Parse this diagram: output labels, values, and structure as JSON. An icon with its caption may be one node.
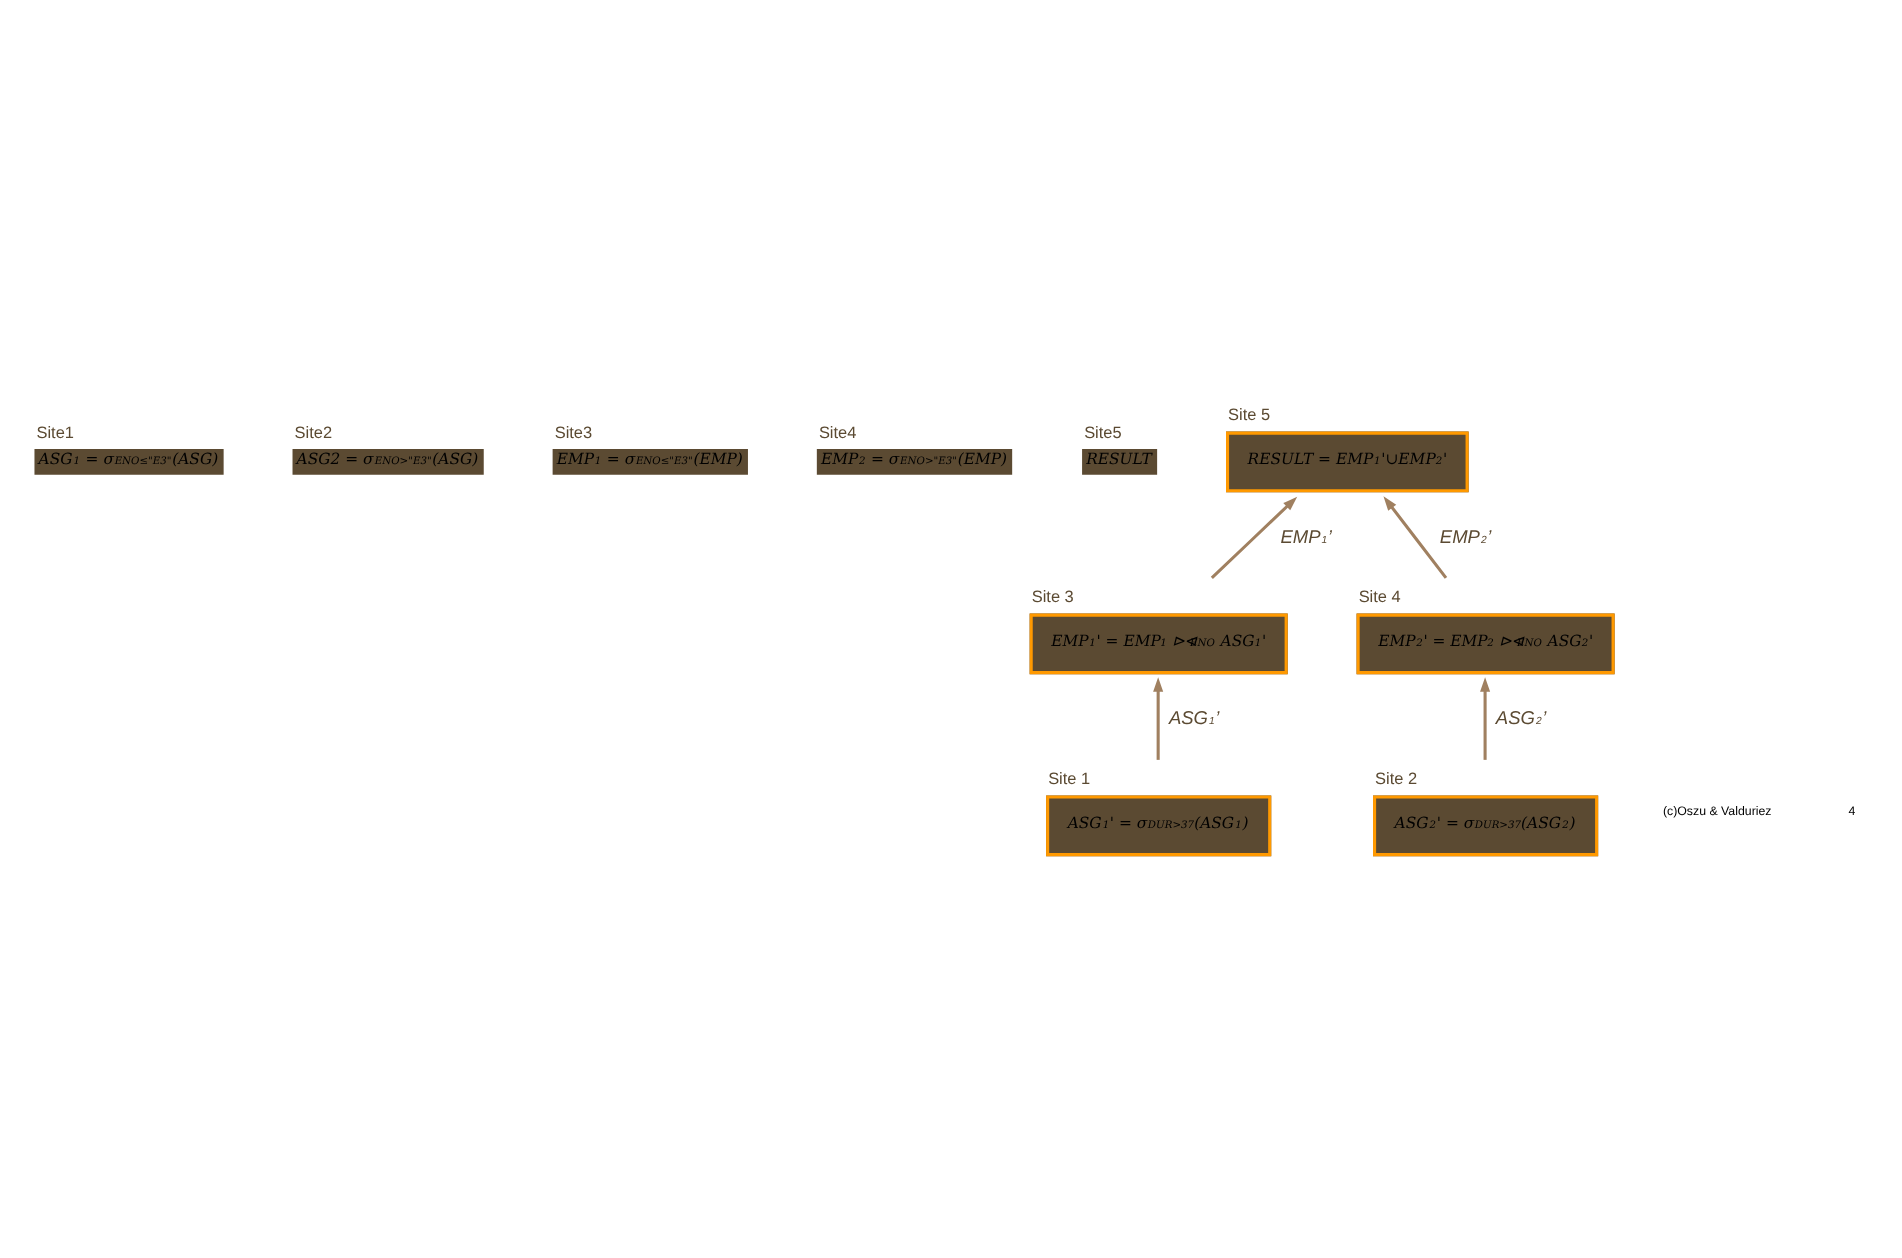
{
  "diagram": {
    "nodes": [
      {
        "text": [
          "Site1",
          "ASG$_{1}$ = σ$_{ENO≤\"E3\"}$(ASG)"
        ]
      },
      {
        "text": [
          "Site2",
          "ASG2 = σ$_{ENO>\"E3\"}$(ASG)"
        ]
      },
      {
        "text": [
          "Site3",
          "EMP$_{1}$ = σ$_{ENO≤\"E3\"}$(EMP)"
        ]
      },
      {
        "text": [
          "Site4",
          "EMP$_{2}$ = σ$_{ENO>\"E3\"}$(EMP)"
        ]
      },
      {
        "text": [
          "Site5",
          "RESULT"
        ]
      },
      {
        "text": [
          "Site 5",
          "RESULT = EMP$_{1}$'∪EMP$_{2}$'"
        ]
      },
      {
        "text": [
          "Site 3",
          "EMP$_{1}$' = EMP$_{1}$ ⊳⊲$_{ENO}$ ASG$_{1}$'"
        ]
      },
      {
        "text": [
          "Site 4",
          "EMP$_{2}$' = EMP$_{2}$ ⊳⊲$_{ENO}$ ASG$_{2}$'"
        ]
      },
      {
        "text": [
          "Site 1",
          "ASG$_{1}$' = σ$_{DUR>37}$(ASG$_{1}$)"
        ]
      },
      {
        "text": [
          "Site 2",
          "ASG$_{2}$' = σ$_{DUR>37}$(ASG$_{2}$)"
        ]
      }
    ],
    "edges": [
      {
        "from": 6,
        "to": 5,
        "arrow": "to",
        "label": "EMP$_{1}$’"
      },
      {
        "from": 7,
        "to": 5,
        "arrow": "to",
        "label": "EMP$_{2}$’"
      },
      {
        "from": 8,
        "to": 6,
        "arrow": "to",
        "label": "ASG$_{1}$’"
      },
      {
        "from": 9,
        "to": 7,
        "arrow": "to",
        "label": "ASG$_{2}$’"
      }
    ],
    "labels": [
      "(c)Oszu & Valduriez",
      "4"
    ]
  }
}
